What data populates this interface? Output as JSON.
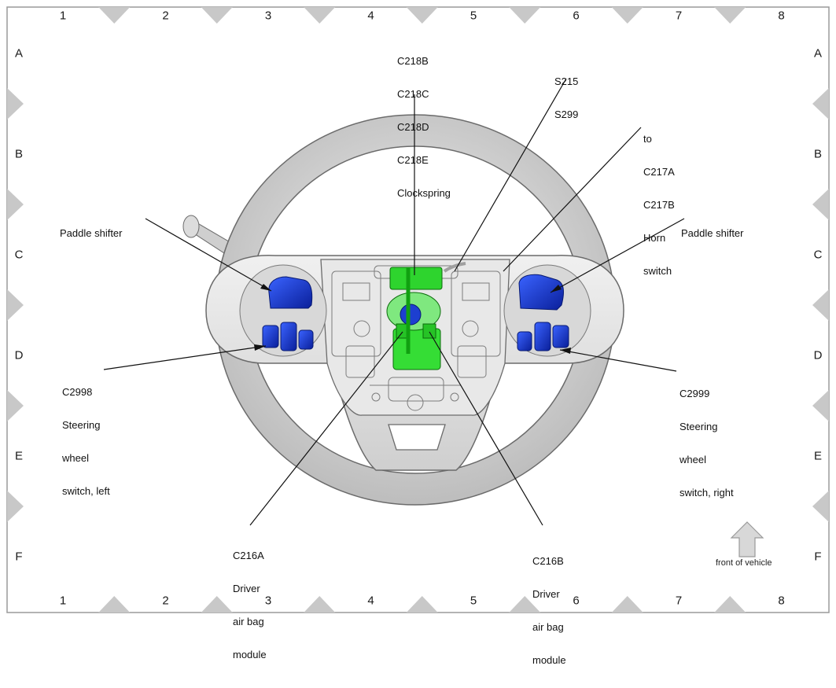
{
  "grid": {
    "columns": [
      "1",
      "2",
      "3",
      "4",
      "5",
      "6",
      "7",
      "8"
    ],
    "rows": [
      "A",
      "B",
      "C",
      "D",
      "E",
      "F"
    ]
  },
  "callouts": {
    "clockspring": [
      "C218B",
      "C218C",
      "C218D",
      "C218E",
      "Clockspring"
    ],
    "splices": [
      "S215",
      "S299"
    ],
    "horn": [
      "to",
      "C217A",
      "C217B",
      "Horn",
      "switch"
    ],
    "paddle_left": [
      "Paddle shifter"
    ],
    "paddle_right": [
      "Paddle shifter"
    ],
    "switch_left": [
      "C2998",
      "Steering",
      "wheel",
      "switch, left"
    ],
    "switch_right": [
      "C2999",
      "Steering",
      "wheel",
      "switch, right"
    ],
    "airbag_a": [
      "C216A",
      "Driver",
      "air bag",
      "module"
    ],
    "airbag_b": [
      "C216B",
      "Driver",
      "air bag",
      "module"
    ]
  },
  "orientation": {
    "label": "front of vehicle"
  },
  "colors": {
    "switch_blue": "#1d3fd0",
    "connector_green": "#22cc22",
    "wheel_gray": "#d6d6d6",
    "frame_gray": "#c8c8c8"
  }
}
